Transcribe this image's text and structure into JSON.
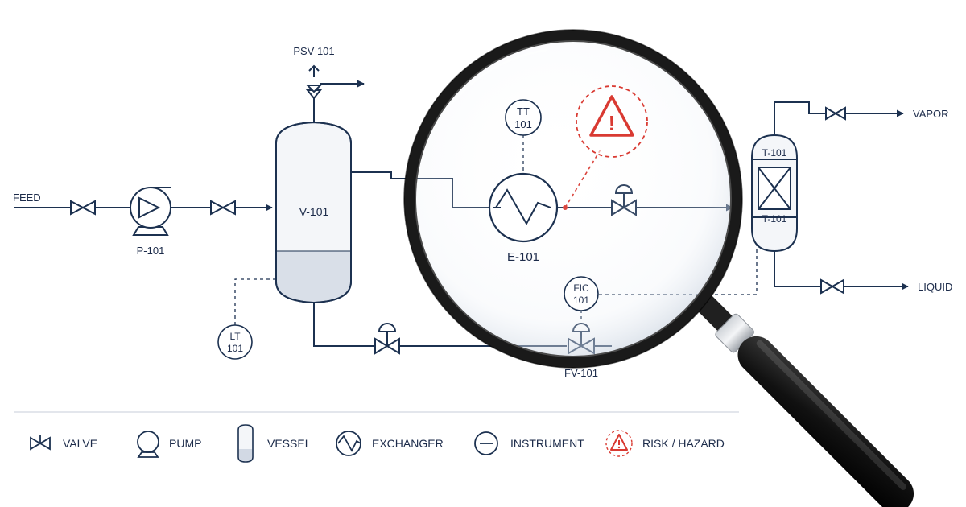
{
  "colors": {
    "line": "#1c3150",
    "accent": "#d93a32",
    "vessel_fill": "#f1f4f8",
    "liquid_fill": "#d7dee9",
    "lens_rim": "#1a1a1a"
  },
  "diagram": {
    "streams": {
      "feed": "FEED",
      "vapor": "VAPOR",
      "liquid": "LIQUID"
    },
    "equipment": {
      "pump": "P-101",
      "vessel": "V-101",
      "exchanger": "E-101",
      "column_top": "T-101",
      "column_bottom": "T-101",
      "relief_valve": "PSV-101",
      "flow_valve": "FV-101"
    },
    "instruments": {
      "temperature": {
        "tag": "TT",
        "number": "101"
      },
      "level": {
        "tag": "LT",
        "number": "101"
      },
      "flow": {
        "tag": "FIC",
        "number": "101"
      }
    },
    "hazard": {
      "icon": "warning-triangle-icon",
      "symbol": "!"
    }
  },
  "legend": {
    "items": [
      {
        "icon": "valve-icon",
        "label": "VALVE"
      },
      {
        "icon": "pump-icon",
        "label": "PUMP"
      },
      {
        "icon": "vessel-icon",
        "label": "VESSEL"
      },
      {
        "icon": "exchanger-icon",
        "label": "EXCHANGER"
      },
      {
        "icon": "instrument-icon",
        "label": "INSTRUMENT"
      },
      {
        "icon": "hazard-icon",
        "label": "RISK / HAZARD"
      }
    ]
  },
  "magnifier": {
    "icon": "magnifying-glass-icon"
  }
}
